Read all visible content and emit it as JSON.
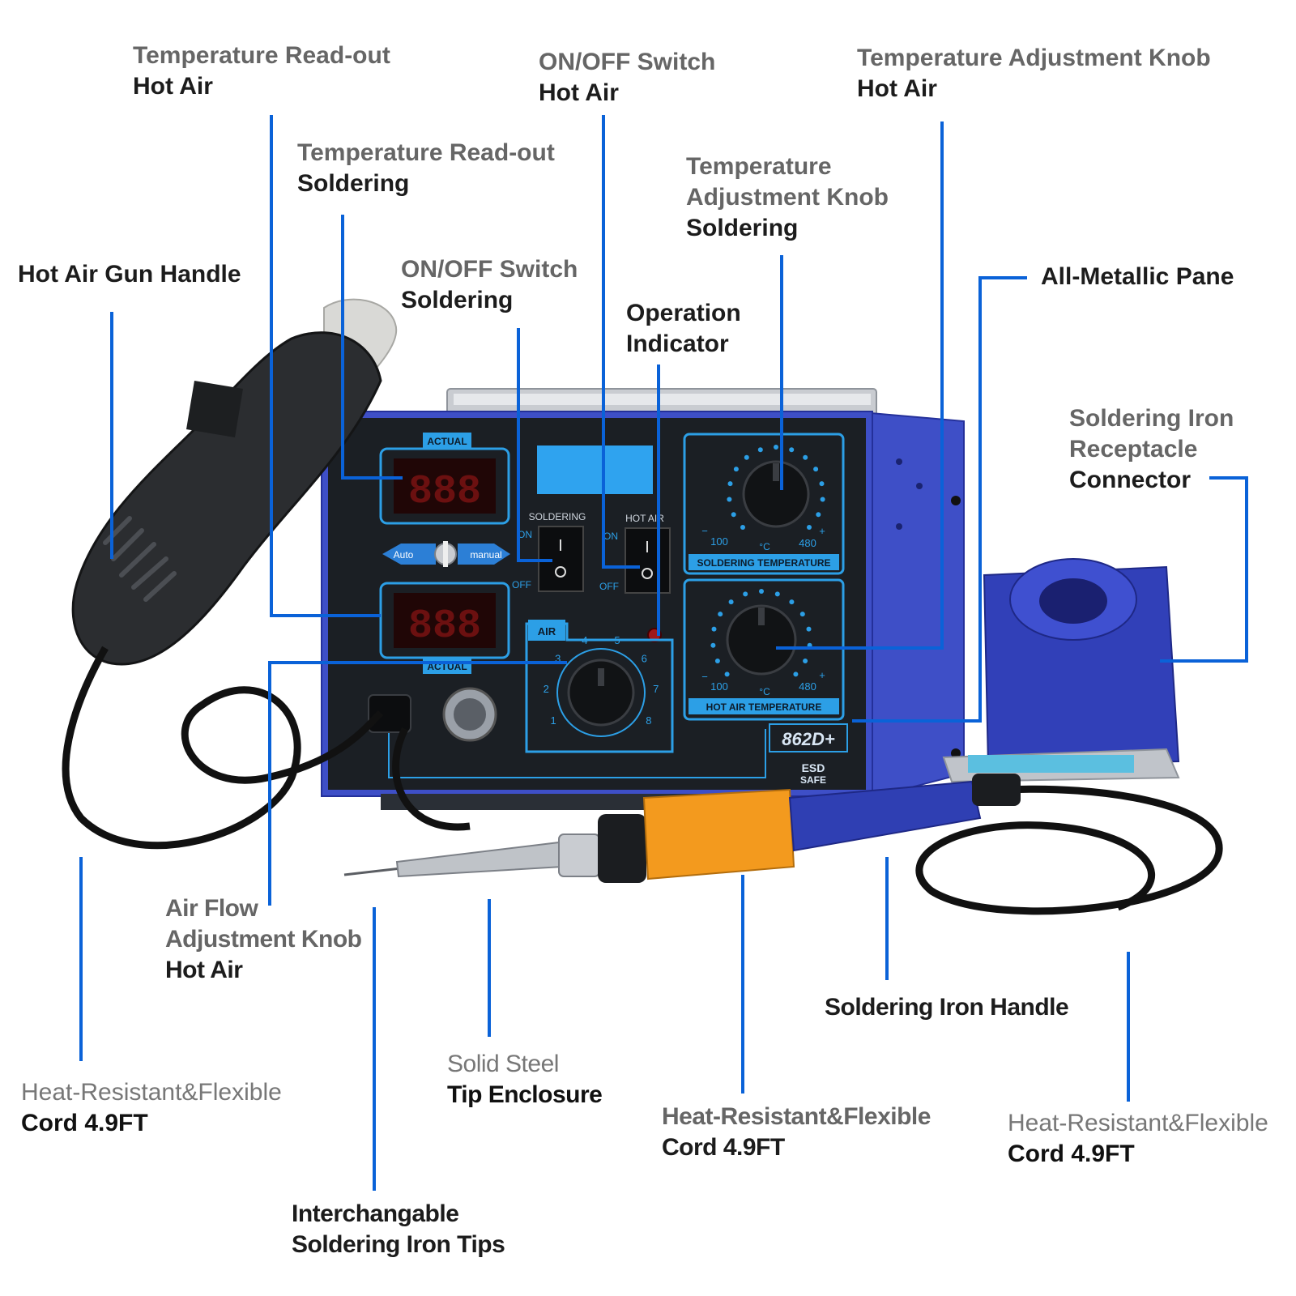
{
  "colors": {
    "leader_line": "#0a62d8",
    "panel_blue": "#3d4fc9",
    "panel_face": "#1b1f24",
    "panel_accent": "#2c9fe6",
    "led_red": "#7a1010",
    "nozzle_orange": "#f39a1e",
    "handle_blue": "#2f3fb3"
  },
  "labels": {
    "temp_readout_hot_air": {
      "line1": "Temperature Read-out",
      "line2": "Hot Air"
    },
    "onoff_hot_air": {
      "line1": "ON/OFF Switch",
      "line2": "Hot Air"
    },
    "temp_knob_hot_air": {
      "line1": "Temperature Adjustment Knob",
      "line2": "Hot Air"
    },
    "temp_readout_soldering": {
      "line1": "Temperature Read-out",
      "line2": "Soldering"
    },
    "temp_knob_soldering": {
      "line1": "Temperature",
      "line2": "Adjustment Knob",
      "line3": "Soldering"
    },
    "hot_air_gun_handle": {
      "line1": "Hot Air Gun Handle"
    },
    "onoff_soldering": {
      "line1": "ON/OFF Switch",
      "line2": "Soldering"
    },
    "operation_indicator": {
      "line1": "Operation",
      "line2": "Indicator"
    },
    "all_metallic_pane": {
      "line1": "All-Metallic Pane"
    },
    "iron_receptacle": {
      "line1": "Soldering Iron",
      "line2": "Receptacle",
      "line3": "Connector"
    },
    "air_flow_knob": {
      "line1": "Air Flow",
      "line2": "Adjustment Knob",
      "line3": "Hot Air"
    },
    "soldering_iron_handle": {
      "line1": "Soldering Iron Handle"
    },
    "cord_left": {
      "line1": "Heat-Resistant&Flexible",
      "line2": "Cord 4.9FT"
    },
    "tip_enclosure": {
      "line1": "Solid Steel",
      "line2": "Tip Enclosure"
    },
    "cord_middle": {
      "line1": "Heat-Resistant&Flexible",
      "line2": "Cord 4.9FT"
    },
    "cord_right": {
      "line1": "Heat-Resistant&Flexible",
      "line2": "Cord 4.9FT"
    },
    "interchangeable_tips": {
      "line1": "Interchangable",
      "line2": "Soldering Iron Tips"
    }
  },
  "device": {
    "actual_top": "ACTUAL",
    "actual_bottom": "ACTUAL",
    "display_digits": "888",
    "auto": "Auto",
    "manual": "manual",
    "soldering_switch": "SOLDERING",
    "hot_air_switch": "HOT AIR",
    "on": "ON",
    "off": "OFF",
    "air": "AIR",
    "air_scale": [
      "1",
      "2",
      "3",
      "4",
      "5",
      "6",
      "7",
      "8"
    ],
    "range_min": "100",
    "range_max": "480",
    "unit": "°C",
    "minus": "−",
    "plus": "+",
    "soldering_temperature": "SOLDERING TEMPERATURE",
    "hot_air_temperature": "HOT AIR TEMPERATURE",
    "model": "862D+",
    "esd1": "ESD",
    "esd2": "SAFE"
  }
}
